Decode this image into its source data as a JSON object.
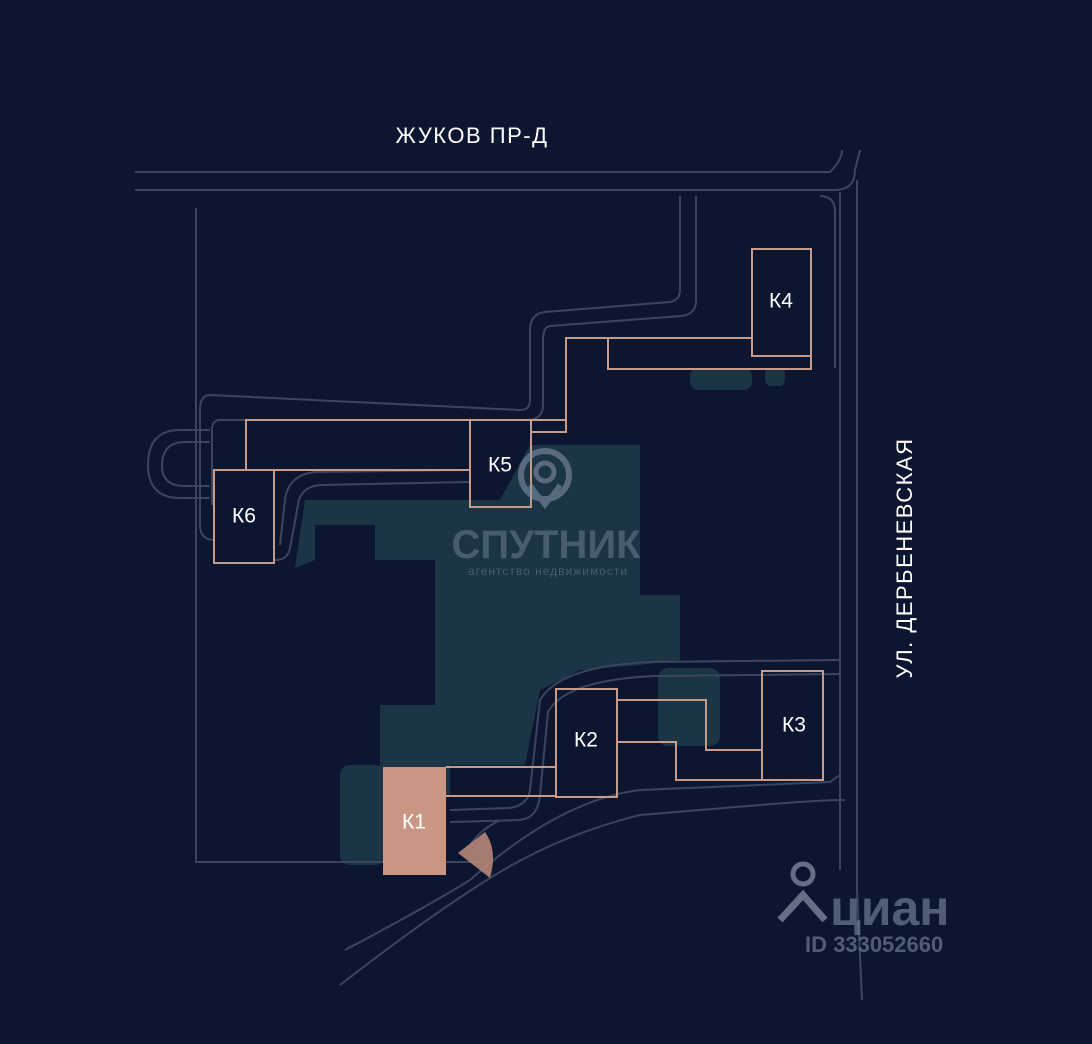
{
  "map": {
    "streets": {
      "top": "ЖУКОВ ПР-Д",
      "right": "УЛ. ДЕРБЕНЕВСКАЯ"
    },
    "buildings": [
      {
        "id": "k1",
        "label": "К1",
        "selected": true
      },
      {
        "id": "k2",
        "label": "К2",
        "selected": false
      },
      {
        "id": "k3",
        "label": "К3",
        "selected": false
      },
      {
        "id": "k4",
        "label": "К4",
        "selected": false
      },
      {
        "id": "k5",
        "label": "К5",
        "selected": false
      },
      {
        "id": "k6",
        "label": "К6",
        "selected": false
      }
    ],
    "colors": {
      "background": "#0c1630",
      "outline": "#c79a8a",
      "selected_fill": "#c99683",
      "park": "#1b3545",
      "road": "#3a4660"
    }
  },
  "watermarks": {
    "sputnik_name": "СПУТНИК",
    "sputnik_tagline": "агентство недвижимости",
    "cian_name": "циан",
    "cian_id": "ID 333052660"
  }
}
